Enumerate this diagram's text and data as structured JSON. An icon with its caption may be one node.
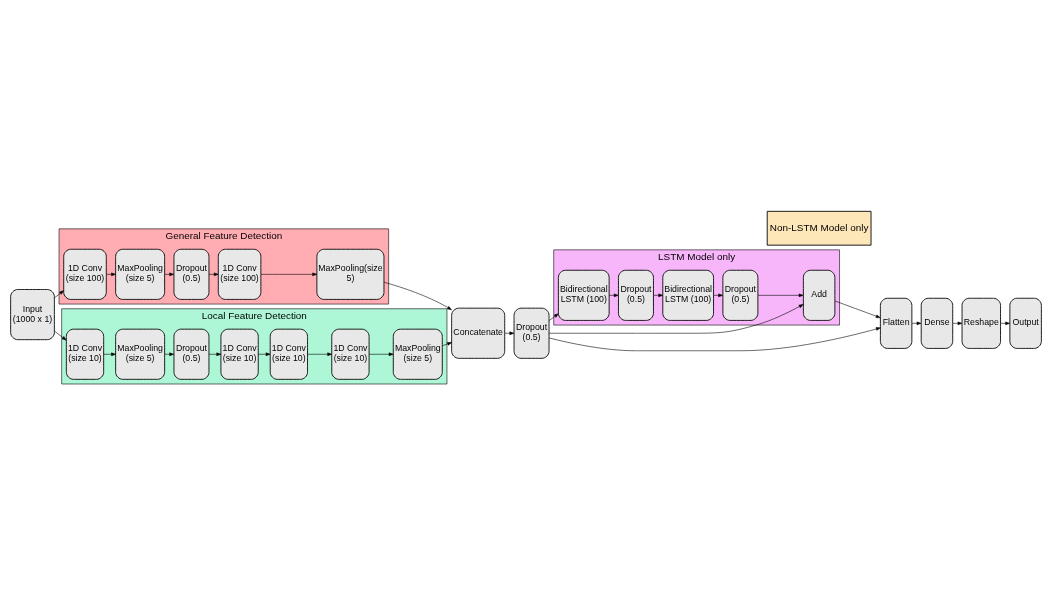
{
  "diagram": {
    "nodes": [
      {
        "text": [
          "Input (1000 x 1)"
        ]
      },
      {
        "text": [
          "General Feature Detection"
        ]
      },
      {
        "text": [
          "1D Conv (size 100)"
        ],
        "in": 1
      },
      {
        "text": [
          "MaxPooling (size 5)"
        ],
        "in": 1
      },
      {
        "text": [
          "Dropout (0.5)"
        ],
        "in": 1
      },
      {
        "text": [
          "1D Conv (size 100)"
        ],
        "in": 1
      },
      {
        "text": [
          "MaxPooling(size 5)"
        ],
        "in": 1
      },
      {
        "text": [
          "Local Feature Detection"
        ]
      },
      {
        "text": [
          "1D Conv (size 10)"
        ],
        "in": 7
      },
      {
        "text": [
          "MaxPooling (size 5)"
        ],
        "in": 7
      },
      {
        "text": [
          "Dropout (0.5)"
        ],
        "in": 7
      },
      {
        "text": [
          "1D Conv (size 10)"
        ],
        "in": 7
      },
      {
        "text": [
          "1D Conv (size 10)"
        ],
        "in": 7
      },
      {
        "text": [
          "1D Conv (size 10)"
        ],
        "in": 7
      },
      {
        "text": [
          "MaxPooling (size 5)"
        ],
        "in": 7
      },
      {
        "text": [
          "Concatenate"
        ]
      },
      {
        "text": [
          "Dropout (0.5)"
        ]
      },
      {
        "text": [
          "LSTM Model only"
        ]
      },
      {
        "text": [
          "Bidirectional LSTM (100)"
        ],
        "in": 17
      },
      {
        "text": [
          "Dropout (0.5)"
        ],
        "in": 17
      },
      {
        "text": [
          "Bidirectional LSTM (100)"
        ],
        "in": 17
      },
      {
        "text": [
          "Dropout (0.5)"
        ],
        "in": 17
      },
      {
        "text": [
          "Add"
        ],
        "in": 17
      },
      {
        "text": [
          "Non-LSTM Model only"
        ]
      },
      {
        "text": [
          "Flatten"
        ]
      },
      {
        "text": [
          "Dense"
        ]
      },
      {
        "text": [
          "Reshape"
        ]
      },
      {
        "text": [
          "Output"
        ]
      }
    ],
    "edges": [
      {
        "from": 0,
        "to": 2,
        "arrow": "to"
      },
      {
        "from": 0,
        "to": 8,
        "arrow": "to"
      },
      {
        "from": 2,
        "to": 3,
        "arrow": "to"
      },
      {
        "from": 3,
        "to": 4,
        "arrow": "to"
      },
      {
        "from": 4,
        "to": 5,
        "arrow": "to"
      },
      {
        "from": 5,
        "to": 6,
        "arrow": "to"
      },
      {
        "from": 6,
        "to": 15,
        "arrow": "to"
      },
      {
        "from": 8,
        "to": 9,
        "arrow": "to"
      },
      {
        "from": 9,
        "to": 10,
        "arrow": "to"
      },
      {
        "from": 10,
        "to": 11,
        "arrow": "to"
      },
      {
        "from": 11,
        "to": 12,
        "arrow": "to"
      },
      {
        "from": 12,
        "to": 13,
        "arrow": "to"
      },
      {
        "from": 13,
        "to": 14,
        "arrow": "to"
      },
      {
        "from": 14,
        "to": 15,
        "arrow": "to"
      },
      {
        "from": 15,
        "to": 16,
        "arrow": "to"
      },
      {
        "from": 16,
        "to": 18,
        "arrow": "to"
      },
      {
        "from": 18,
        "to": 19,
        "arrow": "to"
      },
      {
        "from": 19,
        "to": 20,
        "arrow": "to"
      },
      {
        "from": 20,
        "to": 21,
        "arrow": "to"
      },
      {
        "from": 21,
        "to": 22,
        "arrow": "to"
      },
      {
        "from": 16,
        "to": 22,
        "arrow": "to"
      },
      {
        "from": 22,
        "to": 24,
        "arrow": "to"
      },
      {
        "from": 16,
        "to": 24,
        "arrow": "to"
      },
      {
        "from": 24,
        "to": 25,
        "arrow": "to"
      },
      {
        "from": 25,
        "to": 26,
        "arrow": "to"
      },
      {
        "from": 26,
        "to": 27,
        "arrow": "to"
      }
    ]
  }
}
